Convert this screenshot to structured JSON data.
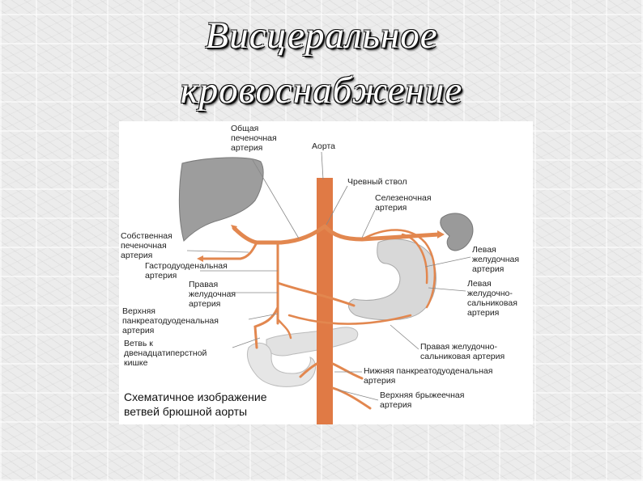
{
  "title": {
    "line1": "Висцеральное",
    "line2": "кровоснабжение"
  },
  "labels": {
    "common_hepatic": [
      "Общая",
      "печеночная",
      "артерия"
    ],
    "aorta": "Аорта",
    "celiac_trunk": "Чревный ствол",
    "splenic": [
      "Селезеночная",
      "артерия"
    ],
    "proper_hepatic": [
      "Собственная",
      "печеночная",
      "артерия"
    ],
    "gastroduodenal": [
      "Гастродуоденальная",
      "артерия"
    ],
    "right_gastric": [
      "Правая",
      "желудочная",
      "артерия"
    ],
    "superior_pancreaticoduodenal": [
      "Верхняя",
      "панкреатодуоденальная",
      "артерия"
    ],
    "duodenal_branch": [
      "Ветвь к",
      "двенадцатиперстной",
      "кишке"
    ],
    "left_gastric": [
      "Левая",
      "желудочная",
      "артерия"
    ],
    "left_gastroepiploic": [
      "Левая",
      "желудочно-",
      "сальниковая",
      "артерия"
    ],
    "right_gastroepiploic": [
      "Правая желудочно-",
      "сальниковая артерия"
    ],
    "inferior_pancreaticoduodenal": [
      "Нижняя панкреатодуоденальная",
      "артерия"
    ],
    "superior_mesenteric": [
      "Верхняя брыжеечная",
      "артерия"
    ]
  },
  "caption": [
    "Схематичное изображение",
    "ветвей брюшной аорты"
  ],
  "colors": {
    "artery": "#e2874f",
    "aorta": "#e07a45",
    "organ_dark": "#9a9a9a",
    "organ_light": "#dcdcdc",
    "leader": "#888888"
  }
}
